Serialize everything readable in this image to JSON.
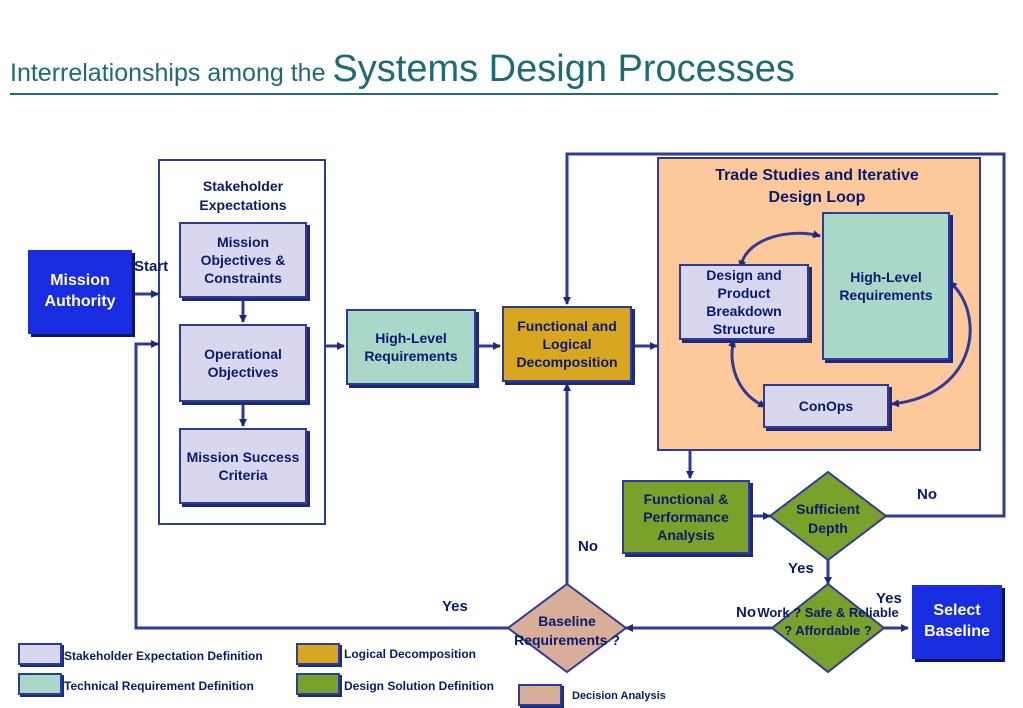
{
  "title": {
    "part1": "Interrelationships among the ",
    "part2": "Systems Design Processes"
  },
  "nodes": {
    "mission_authority": "Mission Authority",
    "stakeholder_expectations": "Stakeholder Expectations",
    "mission_objectives": "Mission Objectives & Constraints",
    "operational_objectives": "Operational Objectives",
    "mission_success": "Mission Success Criteria",
    "high_level_req_left": "High-Level Requirements",
    "functional_logical": "Functional and Logical Decomposition",
    "trade_studies": "Trade Studies and Iterative Design Loop",
    "design_product": "Design and Product Breakdown Structure",
    "high_level_req_right": "High-Level Requirements",
    "conops": "ConOps",
    "functional_performance": "Functional & Performance Analysis",
    "sufficient_depth": "Sufficient Depth",
    "baseline_requirements": "Baseline Requirements ?",
    "work_safe": "Work ? Safe & Reliable ? Affordable ?",
    "select_baseline": "Select Baseline"
  },
  "edge_labels": {
    "start": "Start",
    "no_depth": "No",
    "yes_depth": "Yes",
    "no_baseline": "No",
    "yes_baseline": "Yes",
    "no_work": "No",
    "yes_work": "Yes"
  },
  "legend": [
    {
      "label": "Stakeholder Expectation Definition",
      "color": "#d9d7ee"
    },
    {
      "label": "Technical Requirement Definition",
      "color": "#a9d8c8"
    },
    {
      "label": "Logical Decomposition",
      "color": "#d9a61f"
    },
    {
      "label": "Design Solution Definition",
      "color": "#78a22a"
    },
    {
      "label": "Decision Analysis",
      "color": "#d8ae98"
    }
  ],
  "colors": {
    "stakeholder": "#d9d7ee",
    "technical": "#a9d8c8",
    "logical": "#d9a61f",
    "design": "#78a22a",
    "decision": "#d8ae98",
    "trade_loop": "#fdc99a",
    "line": "#2e3a9c"
  }
}
